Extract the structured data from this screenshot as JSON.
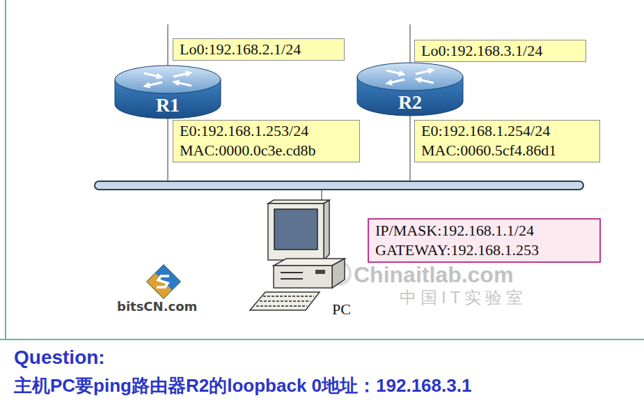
{
  "diagram": {
    "nodes": [
      {
        "text": [
          "Lo0:192.168.2.1/24"
        ]
      },
      {
        "text": [
          "R1"
        ]
      },
      {
        "text": [
          "E0:192.168.1.253/24",
          "MAC:0000.0c3e.cd8b"
        ]
      },
      {
        "text": [
          "Lo0:192.168.3.1/24"
        ]
      },
      {
        "text": [
          "R2"
        ]
      },
      {
        "text": [
          "E0:192.168.1.254/24",
          "MAC:0060.5cf4.86d1"
        ]
      },
      {
        "text": [
          "IP/MASK:192.168.1.1/24",
          "GATEWAY:192.168.1.253"
        ]
      },
      {
        "text": [
          "PC"
        ]
      }
    ],
    "labels": [
      "bitsCN.com",
      "Chinaitlab.com",
      "中国IT实验室",
      "Question:",
      "主机PC要ping路由器R2的loopback 0地址：192.168.3.1"
    ]
  }
}
